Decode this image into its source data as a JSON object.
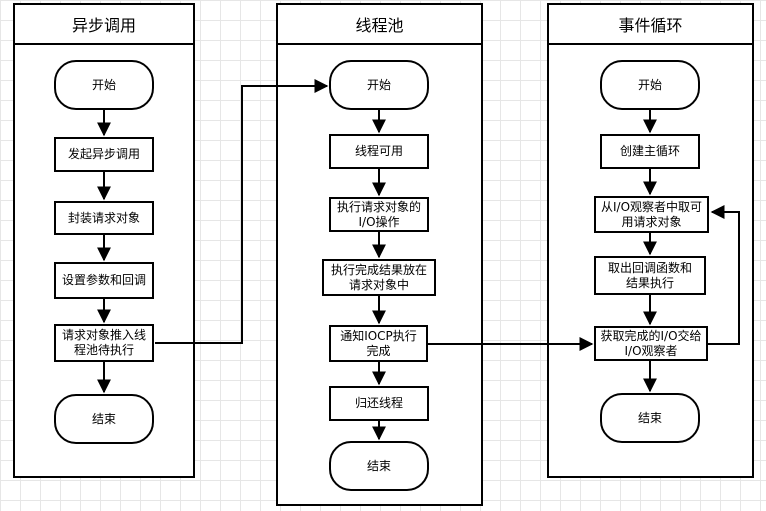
{
  "lanes": [
    {
      "title": "异步调用",
      "nodes": [
        "开始",
        "发起异步调用",
        "封装请求对象",
        "设置参数和回调",
        "请求对象推入线程池待执行",
        "结束"
      ]
    },
    {
      "title": "线程池",
      "nodes": [
        "开始",
        "线程可用",
        "执行请求对象的I/O操作",
        "执行完成结果放在请求对象中",
        "通知IOCP执行完成",
        "归还线程",
        "结束"
      ]
    },
    {
      "title": "事件循环",
      "nodes": [
        "开始",
        "创建主循环",
        "从I/O观察者中取可用请求对象",
        "取出回调函数和结果执行",
        "获取完成的I/O交给I/O观察者",
        "结束"
      ]
    }
  ]
}
